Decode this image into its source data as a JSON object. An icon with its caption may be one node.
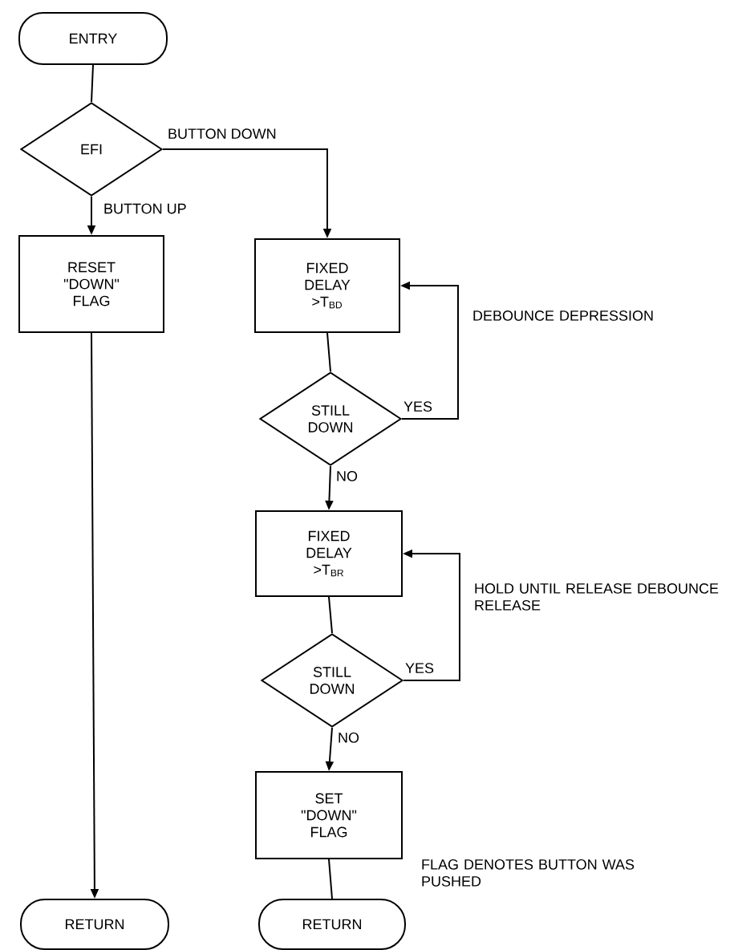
{
  "diagram": {
    "nodes": [
      {
        "text": [
          "ENTRY"
        ]
      },
      {
        "text": [
          "EFI"
        ]
      },
      {
        "text": [
          "RESET \"DOWN\" FLAG"
        ]
      },
      {
        "text": [
          "FIXED DELAY >T$_{BD}$"
        ]
      },
      {
        "text": [
          "STILL DOWN"
        ]
      },
      {
        "text": [
          "FIXED DELAY >T$_{BR}$"
        ]
      },
      {
        "text": [
          "STILL DOWN"
        ]
      },
      {
        "text": [
          "SET \"DOWN\" FLAG"
        ]
      },
      {
        "text": [
          "RETURN"
        ]
      },
      {
        "text": [
          "RETURN"
        ]
      }
    ],
    "edges": [
      {
        "from": 0,
        "to": 1,
        "arrow": "none"
      },
      {
        "from": 1,
        "to": 2,
        "arrow": "to",
        "label": "BUTTON UP"
      },
      {
        "from": 1,
        "to": 3,
        "arrow": "to",
        "label": "BUTTON DOWN"
      },
      {
        "from": 3,
        "to": 4,
        "arrow": "none"
      },
      {
        "from": 4,
        "to": 3,
        "arrow": "to",
        "label": "YES"
      },
      {
        "from": 4,
        "to": 5,
        "arrow": "to",
        "label": "NO"
      },
      {
        "from": 5,
        "to": 6,
        "arrow": "none"
      },
      {
        "from": 6,
        "to": 5,
        "arrow": "to",
        "label": "YES"
      },
      {
        "from": 6,
        "to": 7,
        "arrow": "to",
        "label": "NO"
      },
      {
        "from": 7,
        "to": 9,
        "arrow": "none"
      },
      {
        "from": 2,
        "to": 8,
        "arrow": "to"
      }
    ],
    "labels": [
      "DEBOUNCE DEPRESSION",
      "HOLD UNTIL RELEASE DEBOUNCE RELEASE",
      "FLAG DENOTES BUTTON WAS PUSHED"
    ]
  }
}
